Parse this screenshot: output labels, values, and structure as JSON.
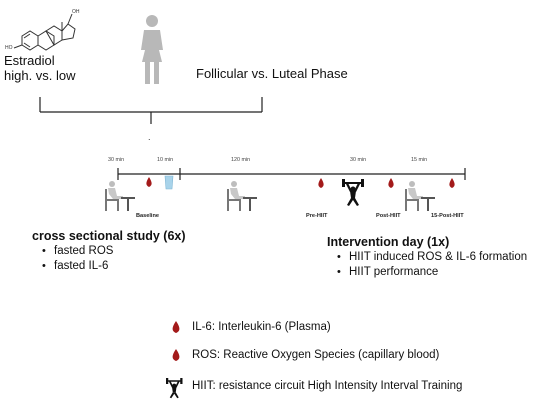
{
  "top": {
    "hormone_label_line1": "Estradiol",
    "hormone_label_line2": "high. vs. low",
    "phase_label": "Follicular vs. Luteal Phase",
    "dot": "."
  },
  "timeline": {
    "durations": [
      "30 min",
      "10 min",
      "120 min",
      "30 min",
      "15 min"
    ],
    "labels": {
      "baseline": "Baseline",
      "pre_hiit": "Pre-HIIT",
      "post_hiit": "Post-HIIT",
      "post15": "15-Post-HIIT"
    }
  },
  "cross_sectional": {
    "title": "cross sectional study (6x)",
    "items": [
      "fasted ROS",
      "fasted IL-6"
    ]
  },
  "intervention": {
    "title": "Intervention day (1x)",
    "items": [
      "HIIT induced ROS & IL-6 formation",
      "HIIT performance"
    ]
  },
  "legend": {
    "il6": "IL-6: Interleukin-6 (Plasma)",
    "ros": "ROS: Reactive Oxygen Species (capillary blood)",
    "hiit": "HIIT: resistance circuit High Intensity Interval Training"
  },
  "colors": {
    "blood": "#a31a1a",
    "line": "#222222",
    "person": "#c9c9c9",
    "figure": "#7a7a7a",
    "glass": "#a8d3ea"
  },
  "icons": [
    "estradiol-structure-icon",
    "woman-icon",
    "seated-person-icon",
    "blood-drop-icon",
    "glass-icon",
    "dumbbell-person-icon"
  ]
}
